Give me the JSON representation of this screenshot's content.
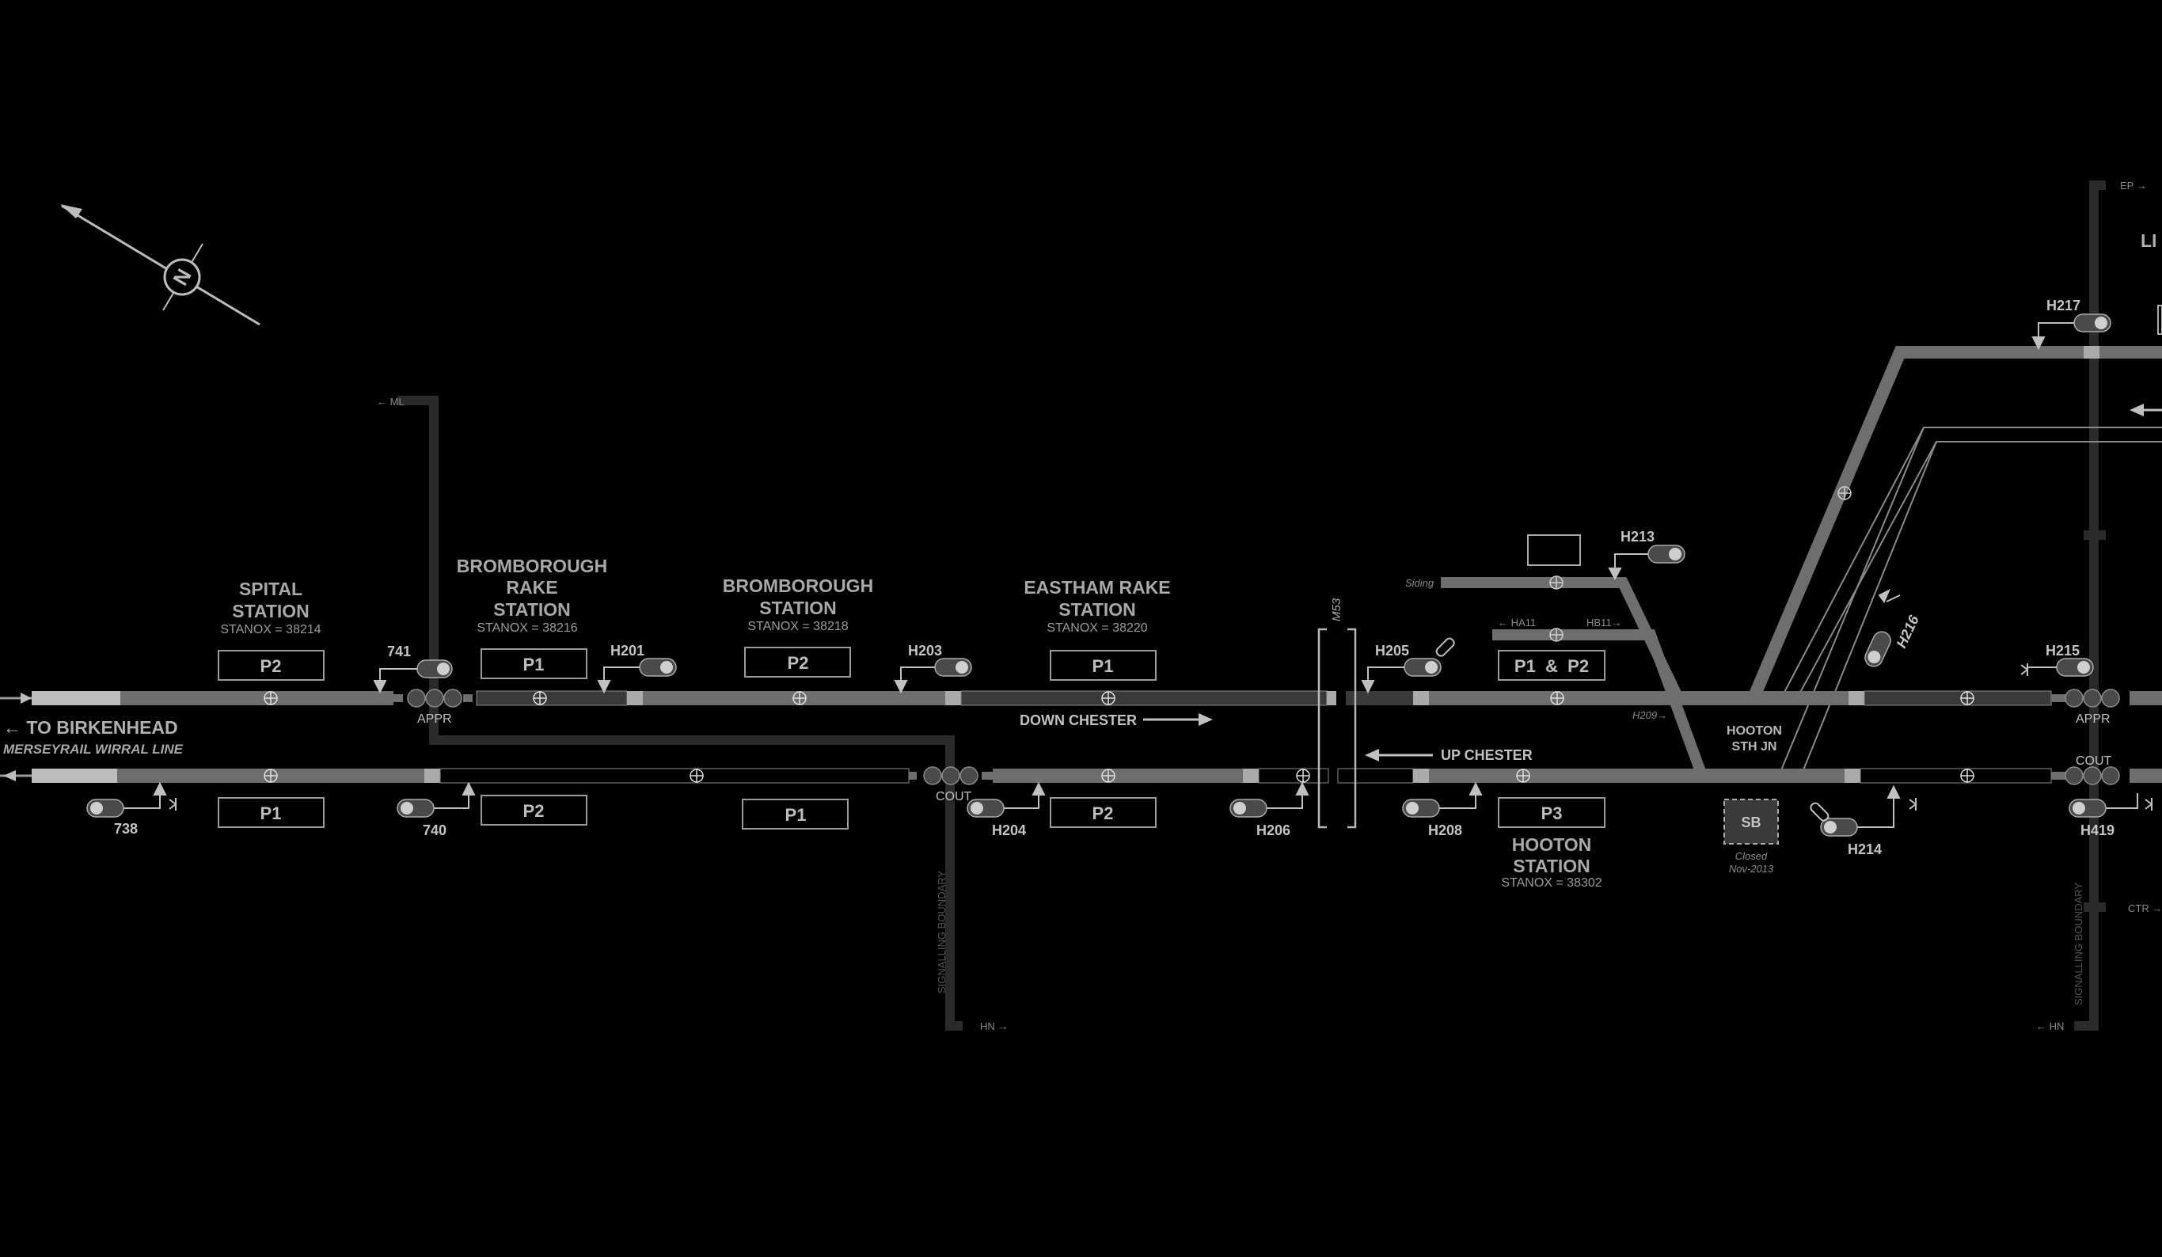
{
  "stations": [
    {
      "id": "spital",
      "lines": [
        "SPITAL",
        "STATION"
      ],
      "stanox": "STANOX = 38214"
    },
    {
      "id": "bromborough-rake",
      "lines": [
        "BROMBOROUGH",
        "RAKE",
        "STATION"
      ],
      "stanox": "STANOX = 38216"
    },
    {
      "id": "bromborough",
      "lines": [
        "BROMBOROUGH",
        "STATION"
      ],
      "stanox": "STANOX = 38218"
    },
    {
      "id": "eastham-rake",
      "lines": [
        "EASTHAM RAKE",
        "STATION"
      ],
      "stanox": "STANOX = 38220"
    },
    {
      "id": "hooton",
      "lines": [
        "HOOTON",
        "STATION"
      ],
      "stanox": "STANOX = 38302"
    }
  ],
  "platforms": {
    "spital_up": "P2",
    "spital_down": "P1",
    "brake_up": "P1",
    "brake_down": "P2",
    "bromb_up": "P2",
    "bromb_down": "P1",
    "eastham_up": "P1",
    "eastham_down": "P2",
    "hooton_top": "P1  &  P2",
    "hooton_bottom": "P3"
  },
  "signals": {
    "s741": "741",
    "s738": "738",
    "s740": "740",
    "h201": "H201",
    "h203": "H203",
    "h204": "H204",
    "h205": "H205",
    "h206": "H206",
    "h208": "H208",
    "h213": "H213",
    "h214": "H214",
    "h215": "H215",
    "h216": "H216",
    "h217": "H217",
    "h419": "H419"
  },
  "labels": {
    "to_birkenhead": "← TO BIRKENHEAD",
    "merseyrail": "MERSEYRAIL WIRRAL LINE",
    "down_chester": "DOWN CHESTER",
    "up_chester": "UP CHESTER",
    "appr1": "APPR",
    "appr2": "APPR",
    "cout1": "COUT",
    "cout2": "COUT",
    "m53": "M53",
    "siding": "Siding",
    "ha11": "← HA11",
    "hb11": "HB11→",
    "h209": "H209→",
    "hooton_jn": [
      "HOOTON",
      "STH JN"
    ],
    "sb": "SB",
    "sb_closed": [
      "Closed",
      "Nov-2013"
    ],
    "ml": "← ML",
    "hn1": "HN →",
    "hn2": "← HN",
    "ep": "EP →",
    "ctr": "CTR →",
    "boundary1": "SIGNALLING BOUNDARY",
    "boundary2": "SIGNALLING BOUNDARY",
    "li": "LI"
  },
  "colors": {
    "background": "#000000",
    "track_occupied": "#6e6e6e",
    "track_dark": "#3a3a3a",
    "track_clear": "#9a9a9a",
    "signal_red": "#4a4a4a",
    "signal_lit": "#cfcfcf",
    "text": "#b8b8b8"
  },
  "icons": [
    "north-compass-icon",
    "signal-head-icon",
    "buffer-stop-icon",
    "direction-arrow-icon",
    "track-circuit-marker-icon"
  ]
}
